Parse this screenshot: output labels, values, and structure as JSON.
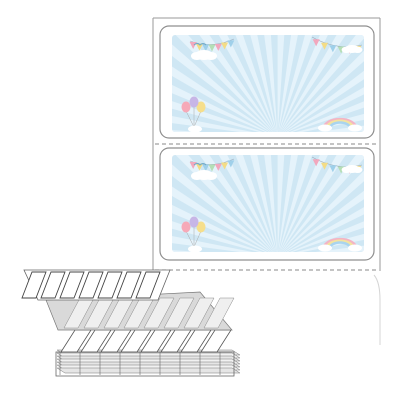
{
  "product": {
    "kind": "fanfold-label-sheet",
    "label_count_visible": 2,
    "theme": "pastel-party",
    "colors": {
      "sky": "#cfe7f4",
      "rays": "#e9f5fb",
      "frame": "#9a9a9a",
      "balloon_pink": "#f6a9b8",
      "balloon_yellow": "#f6df8c",
      "balloon_purple": "#c7b6e6",
      "rainbow_pink": "#f4b4c4",
      "rainbow_yellow": "#f4e3a0",
      "rainbow_blue": "#a9d4ef",
      "bunting_pink": "#f2a7bd",
      "bunting_yellow": "#f3dc86",
      "bunting_blue": "#9fd0ea",
      "bunting_green": "#b5dfb6"
    }
  }
}
